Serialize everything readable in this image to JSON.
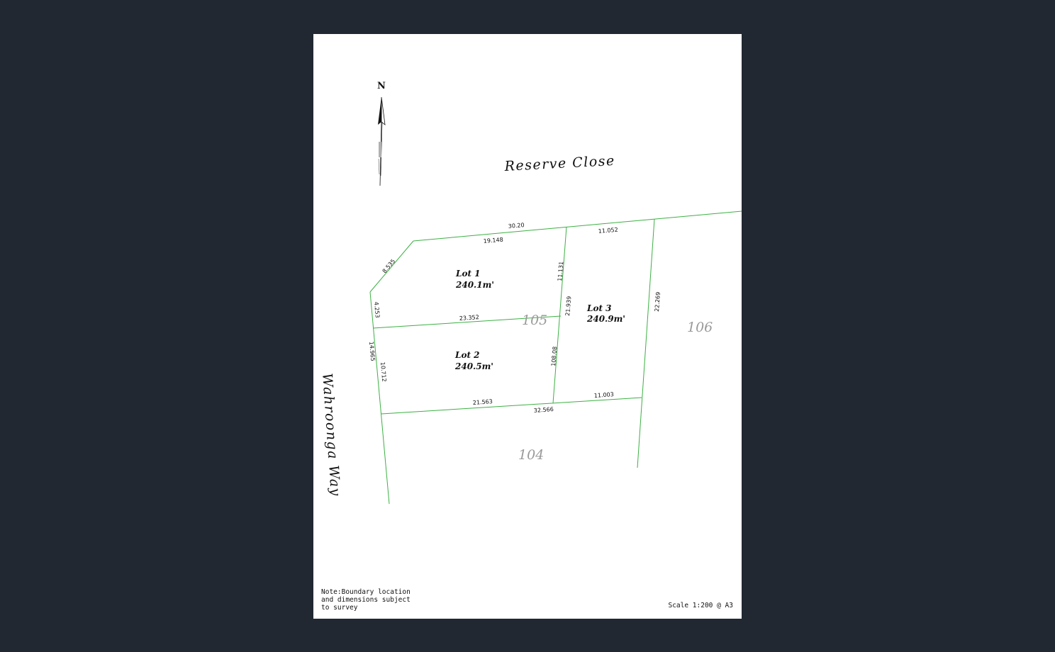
{
  "colors": {
    "background": "#222831",
    "sheet": "#ffffff",
    "boundary": "#3cb043",
    "text": "#111111",
    "lot_number": "#9a9a9a"
  },
  "plan": {
    "north_label": "N",
    "streets": {
      "top": "Reserve Close",
      "left": "Wahroonga Way"
    },
    "lots": [
      {
        "name": "Lot 1",
        "area": "240.1m'"
      },
      {
        "name": "Lot 2",
        "area": "240.5m'"
      },
      {
        "name": "Lot 3",
        "area": "240.9m'"
      }
    ],
    "neighbour_lots": [
      "105",
      "106",
      "104"
    ],
    "dimensions": {
      "top_total": "30.20",
      "top_lot1": "19.148",
      "top_lot3": "11.052",
      "corner_truncation": "8.535",
      "left_lot1": "4.253",
      "left_total": "14.965",
      "left_lot2": "10.712",
      "lot1_lot2_divider": "23.352",
      "lot1_east": "11.131",
      "lot3_west": "21.939",
      "lot2_east": "108.08",
      "lot3_east": "22.269",
      "bottom_lot2": "21.563",
      "bottom_lot3": "11.003",
      "bottom_total": "32.566"
    },
    "note_lines": [
      "Note:Boundary location",
      "and dimensions subject",
      "to survey"
    ],
    "scale": "Scale 1:200 @ A3"
  }
}
